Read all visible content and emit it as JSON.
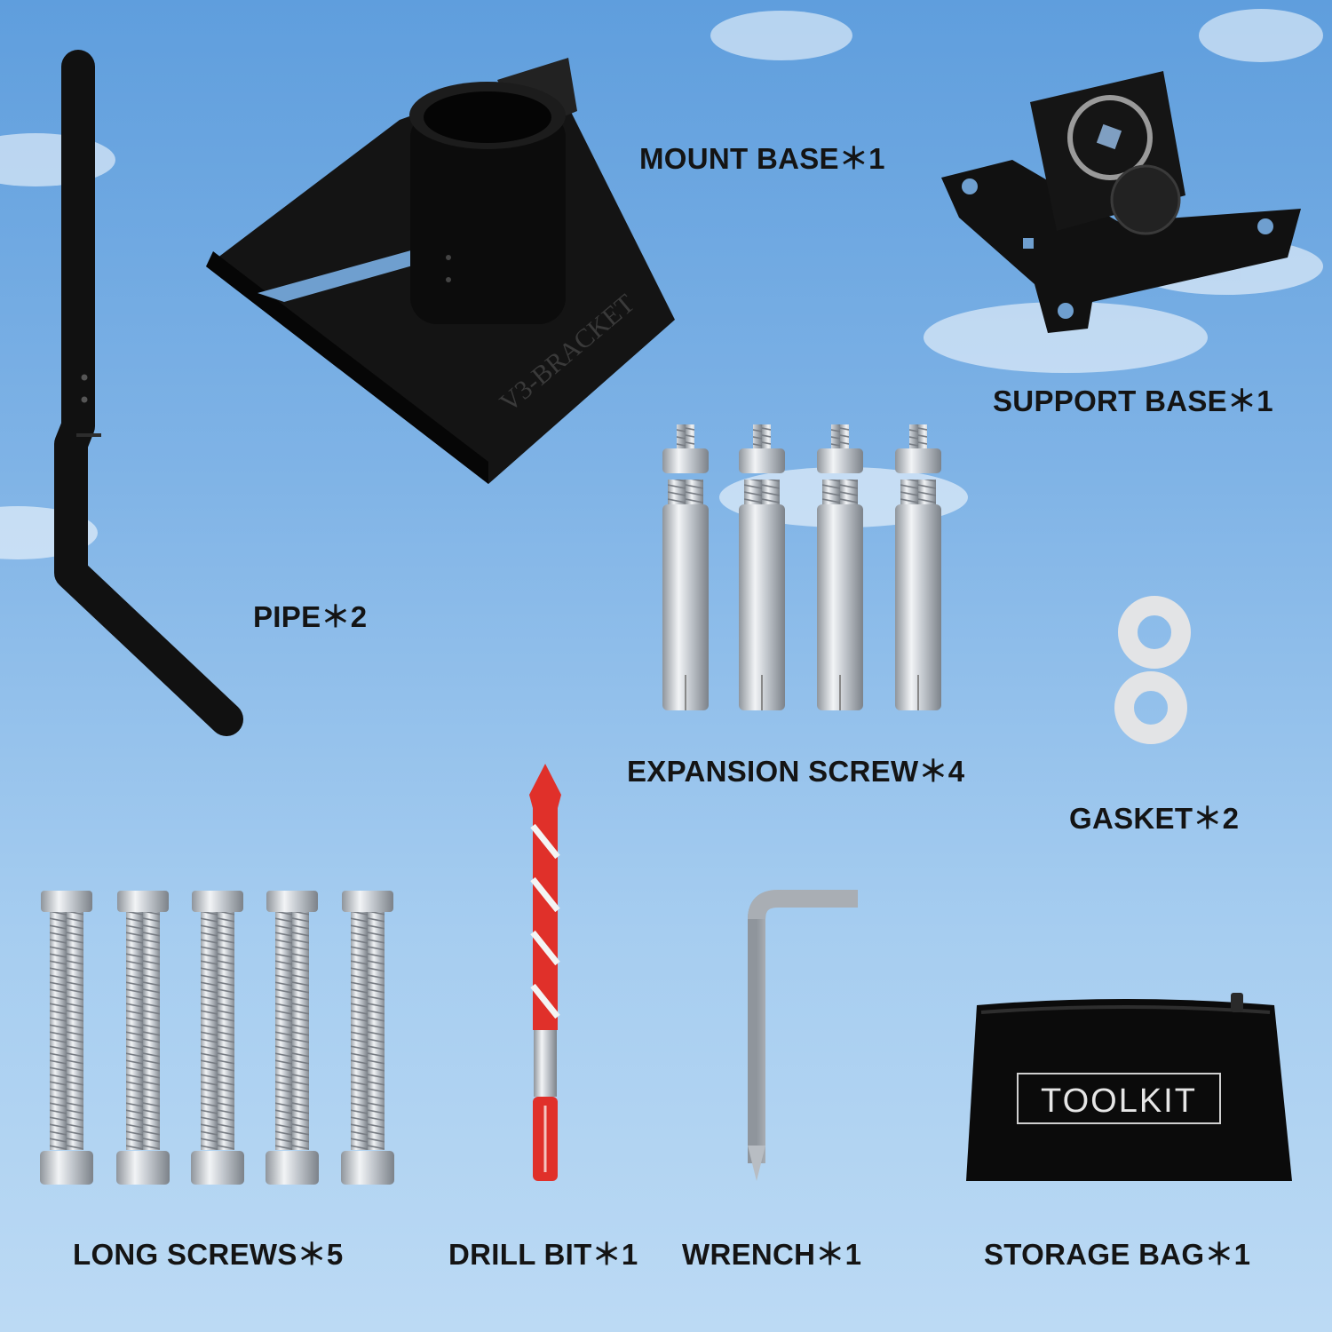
{
  "labels": {
    "mount_base": "MOUNT BASE＊1",
    "support_base": "SUPPORT BASE＊1",
    "pipe": "PIPE＊2",
    "expansion_screw": "EXPANSION SCREW＊4",
    "gasket": "GASKET＊2",
    "long_screws": "LONG SCREWS＊5",
    "drill_bit": "DRILL BIT＊1",
    "wrench": "WRENCH＊1",
    "storage_bag": "STORAGE BAG＊1"
  },
  "engravings": {
    "bracket_text": "V3-BRACKET",
    "bag_text": "TOOLKIT"
  },
  "colors": {
    "sky_top": "#5f9edd",
    "sky_bottom": "#bcdaf4",
    "part_black": "#111111",
    "metal": "#c9cdd2",
    "drill_red": "#e0302a"
  }
}
